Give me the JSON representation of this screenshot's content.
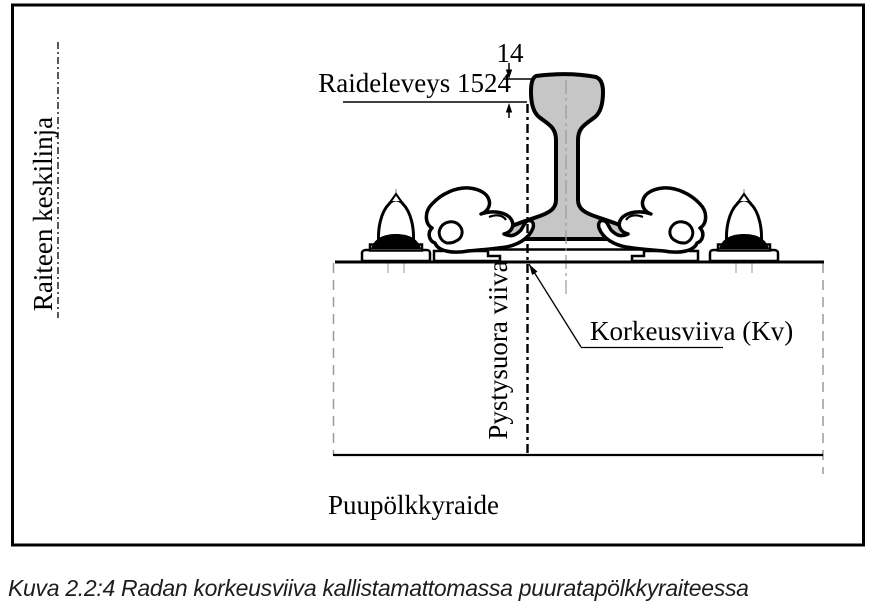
{
  "figure": {
    "caption": "Kuva 2.2:4 Radan korkeusviiva kallistamattomassa puuratapölkkyraiteessa",
    "labels": {
      "track_centerline": "Raiteen keskilinja",
      "gauge": "Raideleveys 1524",
      "gauge_offset": "14",
      "vertical_line": "Pystysuora viiva",
      "height_line": "Korkeusviiva (Kv)",
      "sleeper_track": "Puupölkkyraide"
    },
    "colors": {
      "rail_fill": "#c6c6c6",
      "ink": "#000000",
      "construction_gray": "#9a9a9a"
    }
  }
}
